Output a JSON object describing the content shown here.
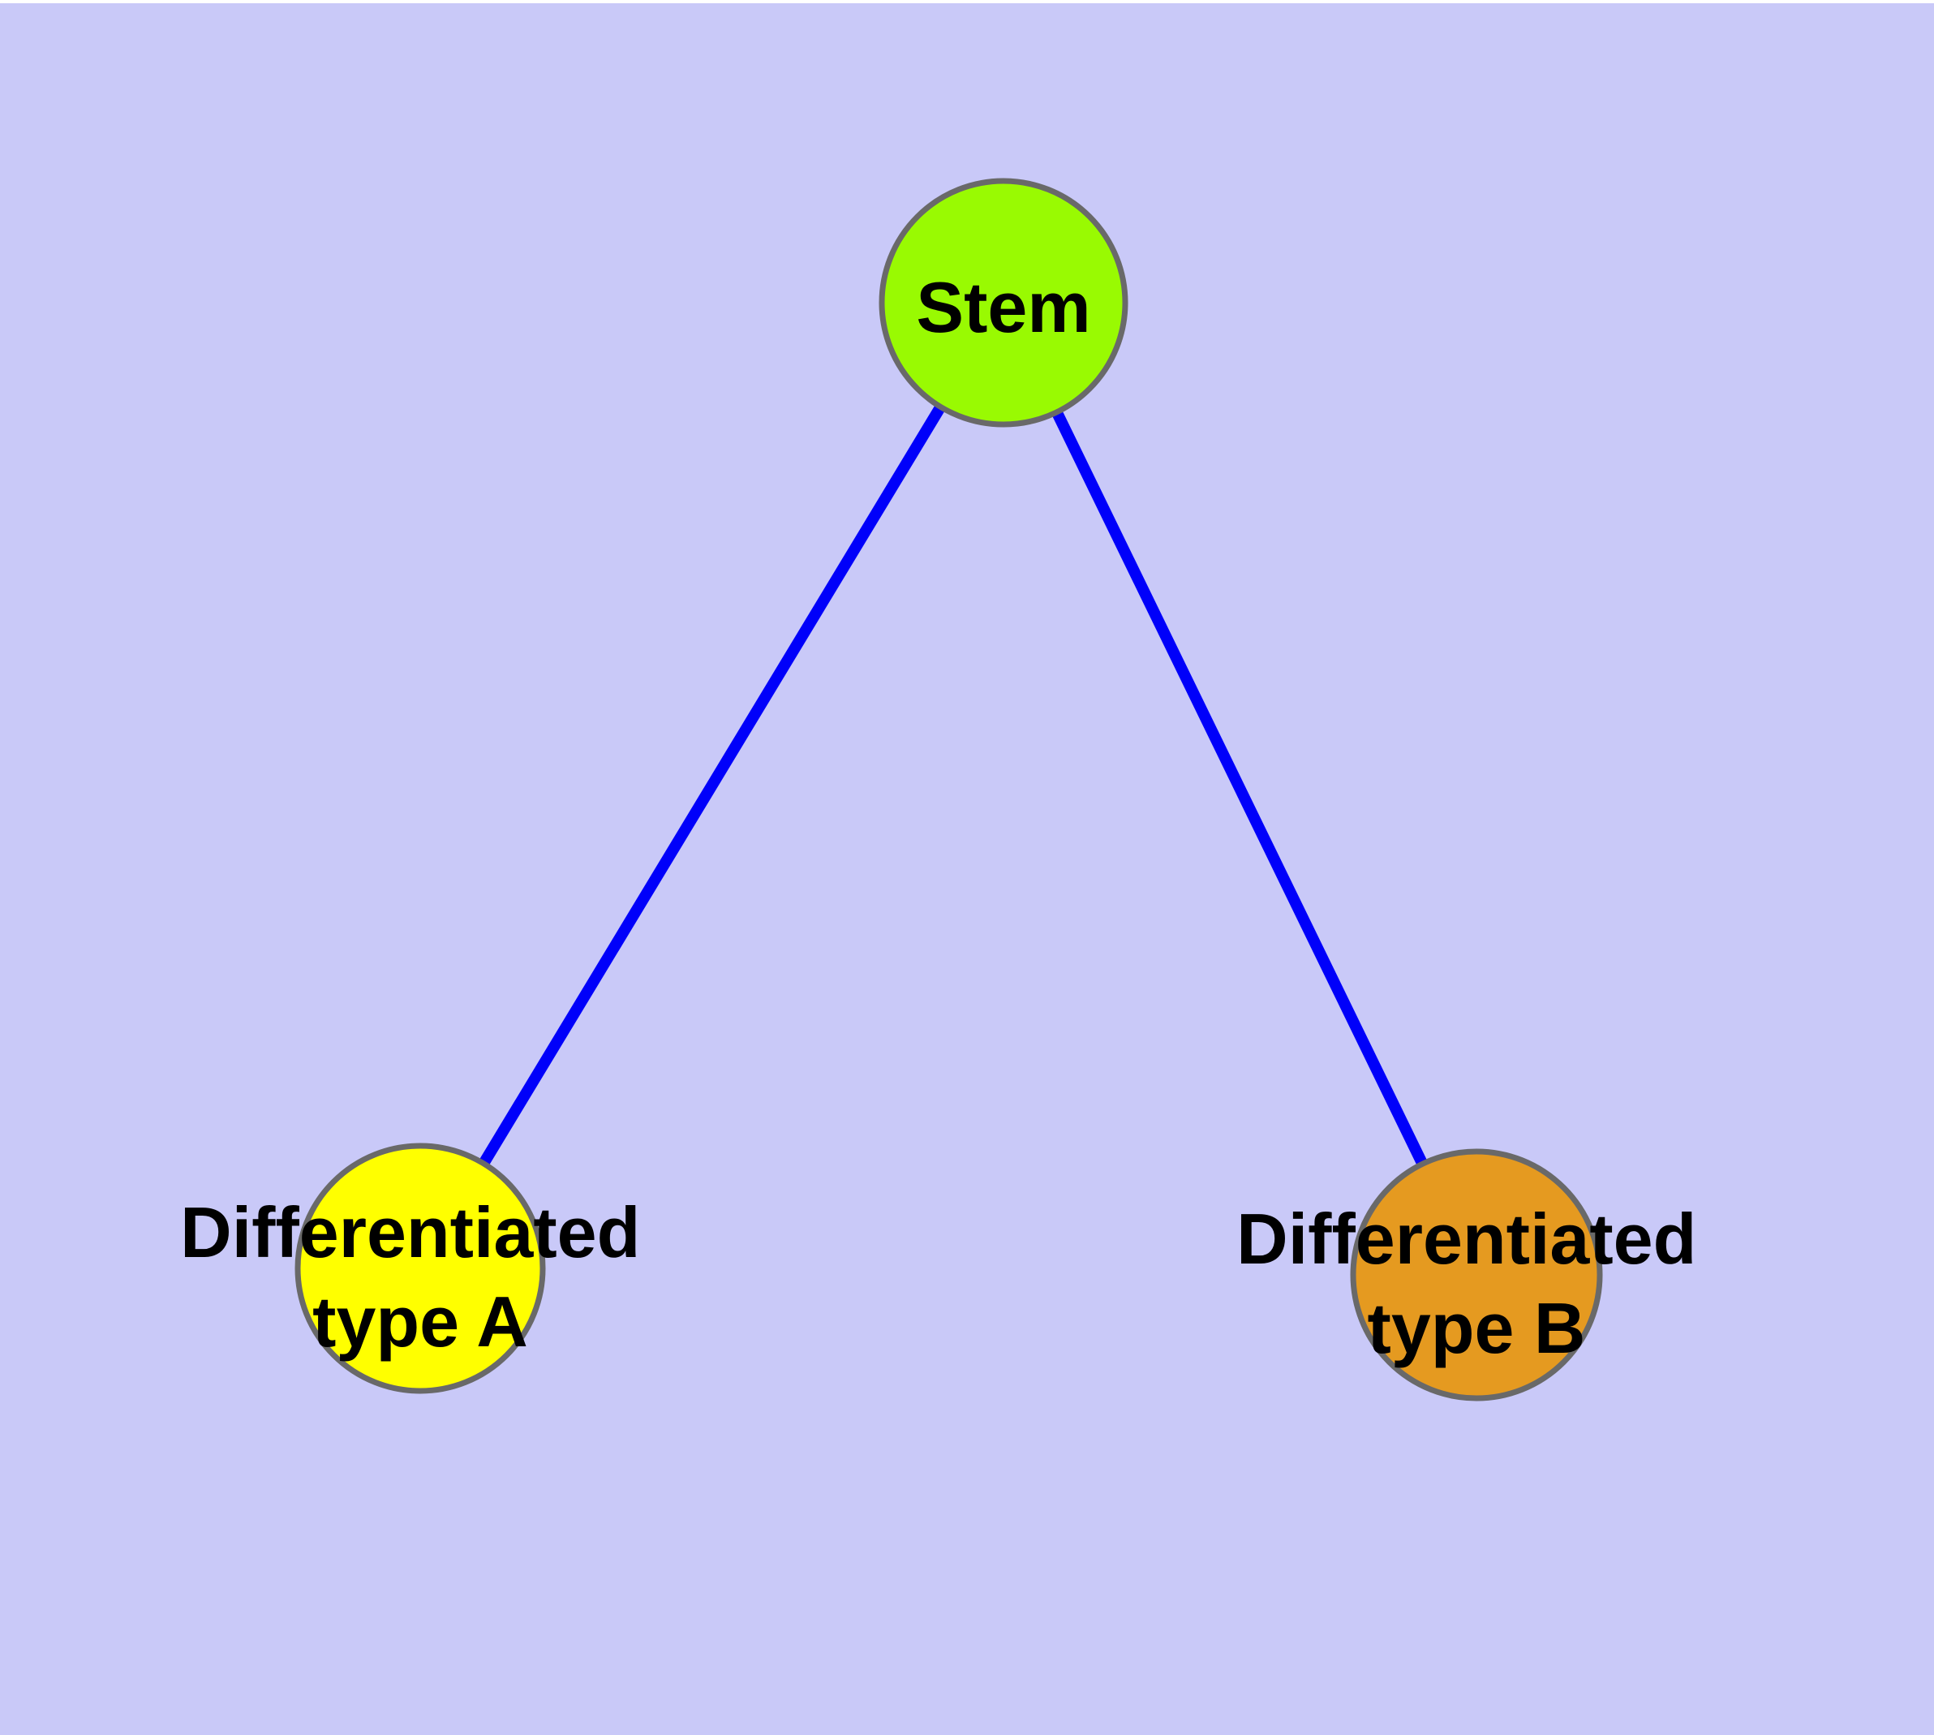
{
  "diagram": {
    "type": "node-link-graph",
    "background_color": "#C9C9F8",
    "edge_color": "#0000FA",
    "node_border_color": "#696969",
    "label_color": "#000000",
    "nodes": {
      "stem": {
        "label": "Stem",
        "fill": "#99FA02"
      },
      "typeA": {
        "label_line1": "Differentiated",
        "label_line2": "type A",
        "fill": "#FFFF00"
      },
      "typeB": {
        "label_line1": "Differentiated",
        "label_line2": "type B",
        "fill": "#E59A20"
      }
    },
    "edges": [
      {
        "from": "Stem",
        "to": "Differentiated type A"
      },
      {
        "from": "Stem",
        "to": "Differentiated type B"
      }
    ]
  }
}
